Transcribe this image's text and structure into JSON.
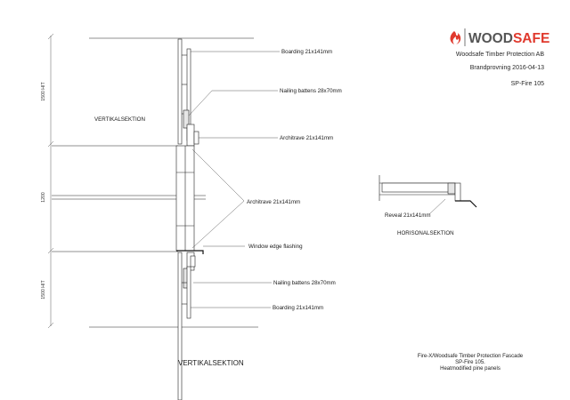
{
  "brand": {
    "logo_word_prefix": "WOOD",
    "logo_word_suffix": "SAFE",
    "company": "Woodsafe Timber Protection AB",
    "test_date": "Brandprovning 2016-04-13",
    "test_ref": "SP-Fire 105",
    "accent_color": "#e03a2e",
    "icon": "flame-icon"
  },
  "dimensions": {
    "upper": "1500 HIT",
    "middle": "1200",
    "lower": "1500 HIT"
  },
  "section_labels": {
    "vertical_upper": "VERTIKALSEKTION",
    "vertical_bottom": "VERTIKALSEKTION",
    "horizontal": "HORISONALSEKTION"
  },
  "callouts": {
    "boarding_top": "Boarding 21x141mm",
    "battens_top": "Nailing battens 28x70mm",
    "architrave_top": "Architrave 21x141mm",
    "architrave_mid": "Architrave 21x141mm",
    "window_flashing": "Window edge flashing",
    "battens_bottom": "Nailing battens 28x70mm",
    "boarding_bottom": "Boarding 21x141mm",
    "reveal": "Reveal 21x141mm"
  },
  "footer_note": {
    "line1": "Fire-X/Woodsafe Timber Protection Fascade",
    "line2": "SP-Fire 105.",
    "line3": "Heatmodified pine panels"
  }
}
